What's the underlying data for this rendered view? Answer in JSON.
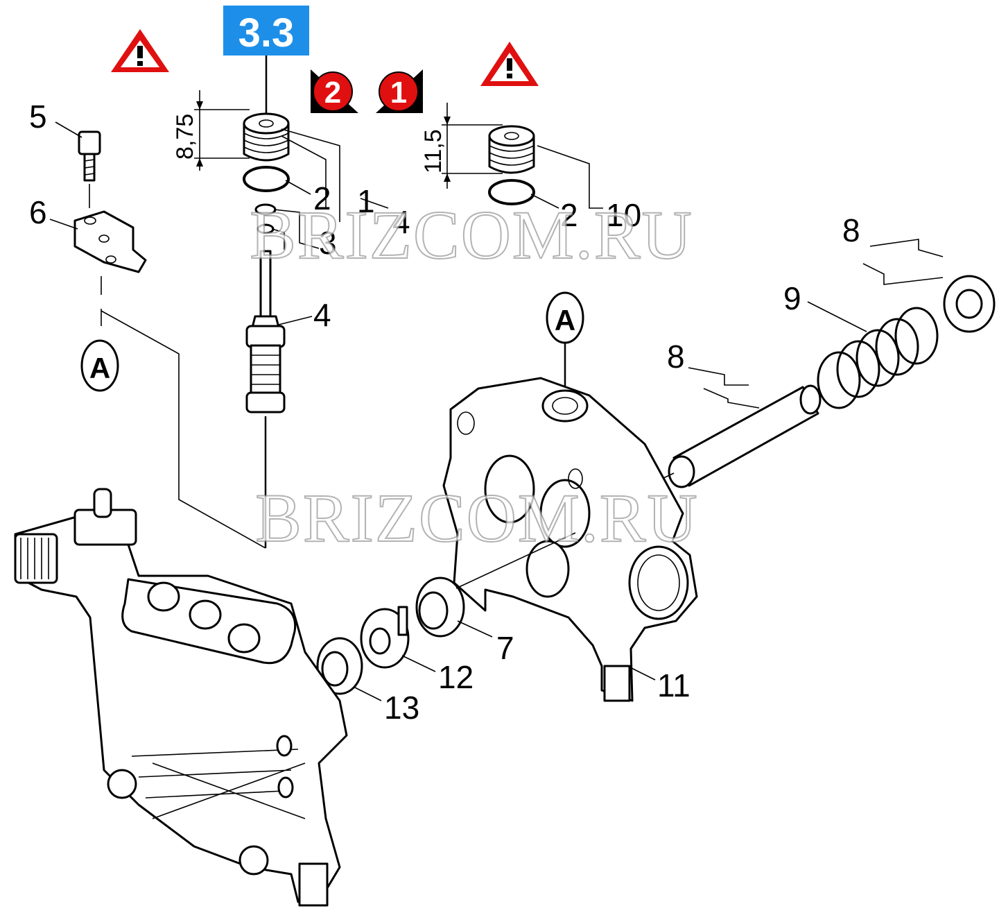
{
  "section_badge": {
    "text": "3.3",
    "color": "#1e8fe8"
  },
  "warning_icons": [
    {
      "name": "warning-triangle-left"
    },
    {
      "name": "warning-triangle-right"
    }
  ],
  "step_markers": [
    {
      "text": "2"
    },
    {
      "text": "1"
    }
  ],
  "step_marker_color": "#e01010",
  "warning_color": "#e01010",
  "dimensions": [
    {
      "text": "8,75"
    },
    {
      "text": "11,5"
    }
  ],
  "connection_markers": [
    {
      "text": "A"
    },
    {
      "text": "A"
    }
  ],
  "callouts": [
    {
      "text": "5"
    },
    {
      "text": "6"
    },
    {
      "text": "2"
    },
    {
      "text": "1"
    },
    {
      "text": "4"
    },
    {
      "text": "3"
    },
    {
      "text": "4"
    },
    {
      "text": "2"
    },
    {
      "text": "10"
    },
    {
      "text": "8"
    },
    {
      "text": "9"
    },
    {
      "text": "8"
    },
    {
      "text": "7"
    },
    {
      "text": "12"
    },
    {
      "text": "13"
    },
    {
      "text": "11"
    }
  ],
  "watermarks": [
    {
      "text": "BRIZCOM.RU"
    },
    {
      "text": "BRIZCOM.RU"
    }
  ]
}
